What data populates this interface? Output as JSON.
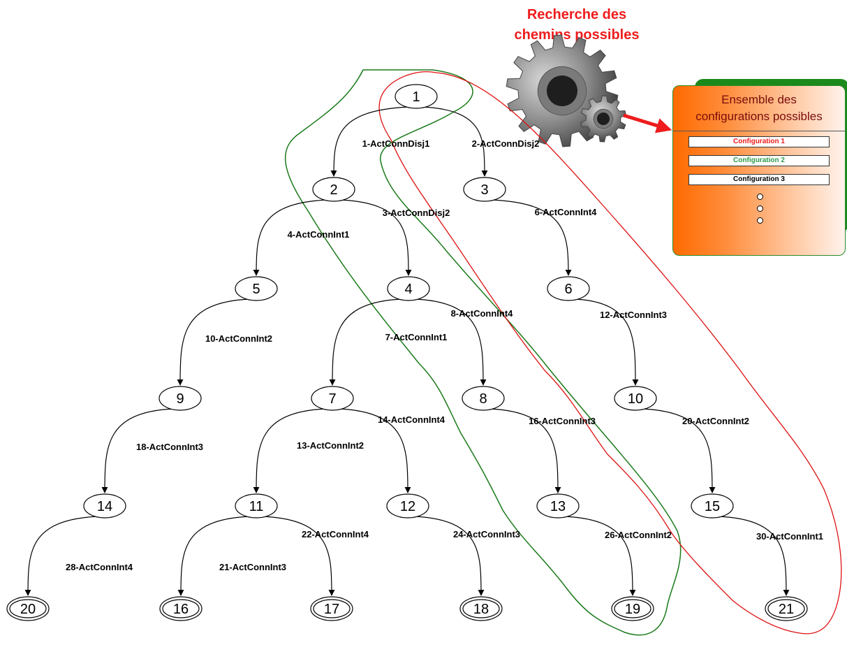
{
  "title": {
    "line1": "Recherche des",
    "line2": "chemins possibles"
  },
  "panel": {
    "line1": "Ensemble des",
    "line2": "configurations possibles",
    "configs": [
      "Configuration 1",
      "Configuration 2",
      "Configuration 3"
    ]
  },
  "colors": {
    "title": "#ee1c1c",
    "path1": "#dd1111",
    "path2": "#1a7a1a",
    "config1": "#ee1c1c",
    "config2": "#2e9a4c",
    "panel_gradient_start": "#ff6a00",
    "panel_back": "#1b8a1b"
  },
  "icons": [
    "gears-icon",
    "arrow-icon",
    "ellipsis-dots-icon"
  ],
  "nodes": [
    {
      "id": "1",
      "final": false
    },
    {
      "id": "2",
      "final": false
    },
    {
      "id": "3",
      "final": false
    },
    {
      "id": "4",
      "final": false
    },
    {
      "id": "5",
      "final": false
    },
    {
      "id": "6",
      "final": false
    },
    {
      "id": "7",
      "final": false
    },
    {
      "id": "8",
      "final": false
    },
    {
      "id": "9",
      "final": false
    },
    {
      "id": "10",
      "final": false
    },
    {
      "id": "11",
      "final": false
    },
    {
      "id": "12",
      "final": false
    },
    {
      "id": "13",
      "final": false
    },
    {
      "id": "14",
      "final": false
    },
    {
      "id": "15",
      "final": false
    },
    {
      "id": "16",
      "final": true
    },
    {
      "id": "17",
      "final": true
    },
    {
      "id": "18",
      "final": true
    },
    {
      "id": "19",
      "final": true
    },
    {
      "id": "20",
      "final": true
    },
    {
      "id": "21",
      "final": true
    }
  ],
  "edges": [
    {
      "from": "1",
      "to": "2",
      "label": "1-ActConnDisj1"
    },
    {
      "from": "1",
      "to": "3",
      "label": "2-ActConnDisj2"
    },
    {
      "from": "2",
      "to": "4",
      "label": "3-ActConnDisj2"
    },
    {
      "from": "2",
      "to": "5",
      "label": "4-ActConnInt1"
    },
    {
      "from": "3",
      "to": "6",
      "label": "6-ActConnInt4"
    },
    {
      "from": "4",
      "to": "7",
      "label": "7-ActConnInt1"
    },
    {
      "from": "4",
      "to": "8",
      "label": "8-ActConnInt4"
    },
    {
      "from": "5",
      "to": "9",
      "label": "10-ActConnInt2"
    },
    {
      "from": "6",
      "to": "10",
      "label": "12-ActConnInt3"
    },
    {
      "from": "7",
      "to": "11",
      "label": "13-ActConnInt2"
    },
    {
      "from": "7",
      "to": "12",
      "label": "14-ActConnInt4"
    },
    {
      "from": "8",
      "to": "13",
      "label": "16-ActConnInt3"
    },
    {
      "from": "9",
      "to": "14",
      "label": "18-ActConnInt3"
    },
    {
      "from": "10",
      "to": "15",
      "label": "20-ActConnInt2"
    },
    {
      "from": "11",
      "to": "16",
      "label": "21-ActConnInt3"
    },
    {
      "from": "11",
      "to": "17",
      "label": "22-ActConnInt4"
    },
    {
      "from": "12",
      "to": "18",
      "label": "24-ActConnInt3"
    },
    {
      "from": "13",
      "to": "19",
      "label": "26-ActConnInt2"
    },
    {
      "from": "14",
      "to": "20",
      "label": "28-ActConnInt4"
    },
    {
      "from": "15",
      "to": "21",
      "label": "30-ActConnInt1"
    }
  ]
}
